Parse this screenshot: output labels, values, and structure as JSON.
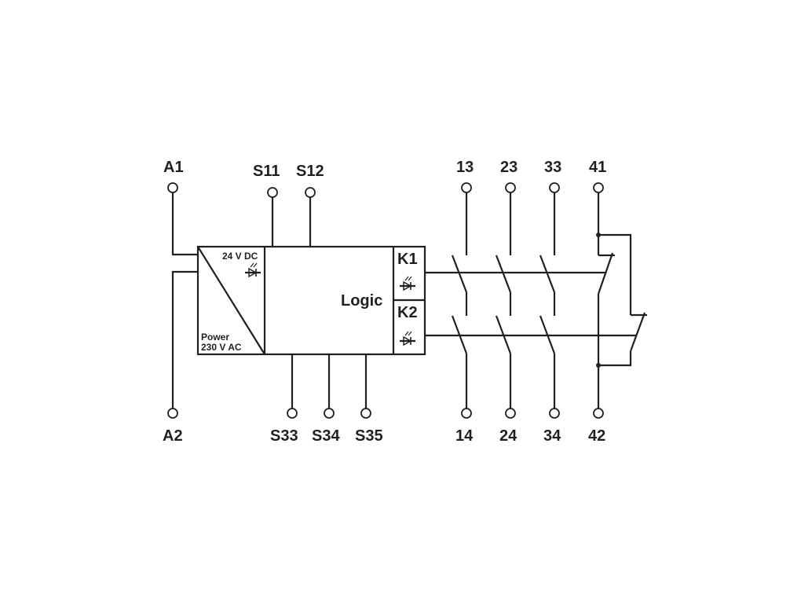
{
  "terminals": {
    "a1": "A1",
    "a2": "A2",
    "s11": "S11",
    "s12": "S12",
    "s33": "S33",
    "s34": "S34",
    "s35": "S35",
    "t13": "13",
    "t23": "23",
    "t33": "33",
    "t41": "41",
    "t14": "14",
    "t24": "24",
    "t34": "34",
    "t42": "42"
  },
  "power_block": {
    "dc_label": "24 V DC",
    "power_label": "Power",
    "ac_label": "230 V AC",
    "led_icon": "led-icon"
  },
  "logic_block": {
    "label": "Logic"
  },
  "relays": [
    {
      "label": "K1",
      "led_icon": "led-icon"
    },
    {
      "label": "K2",
      "led_icon": "led-icon"
    }
  ]
}
